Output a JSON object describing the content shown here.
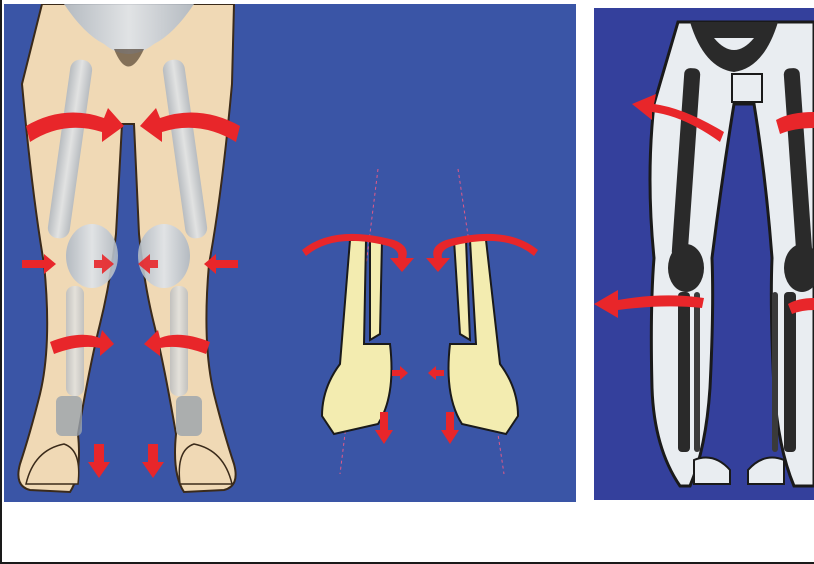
{
  "figure": {
    "panels": [
      {
        "name": "legs-front-diagram"
      },
      {
        "name": "ankle-bones-diagram"
      },
      {
        "name": "xray-legs"
      }
    ],
    "colors": {
      "background_blue": "#3a55a6",
      "xray_background": "#34409c",
      "skin": "#f0d9b5",
      "bone": "#c8d0d8",
      "arrow_red": "#e8262a",
      "ankle_bone": "#f3ecb0"
    },
    "icons": [
      "rotation-arrow-icon",
      "inward-arrow-icon",
      "down-arrow-icon"
    ]
  }
}
